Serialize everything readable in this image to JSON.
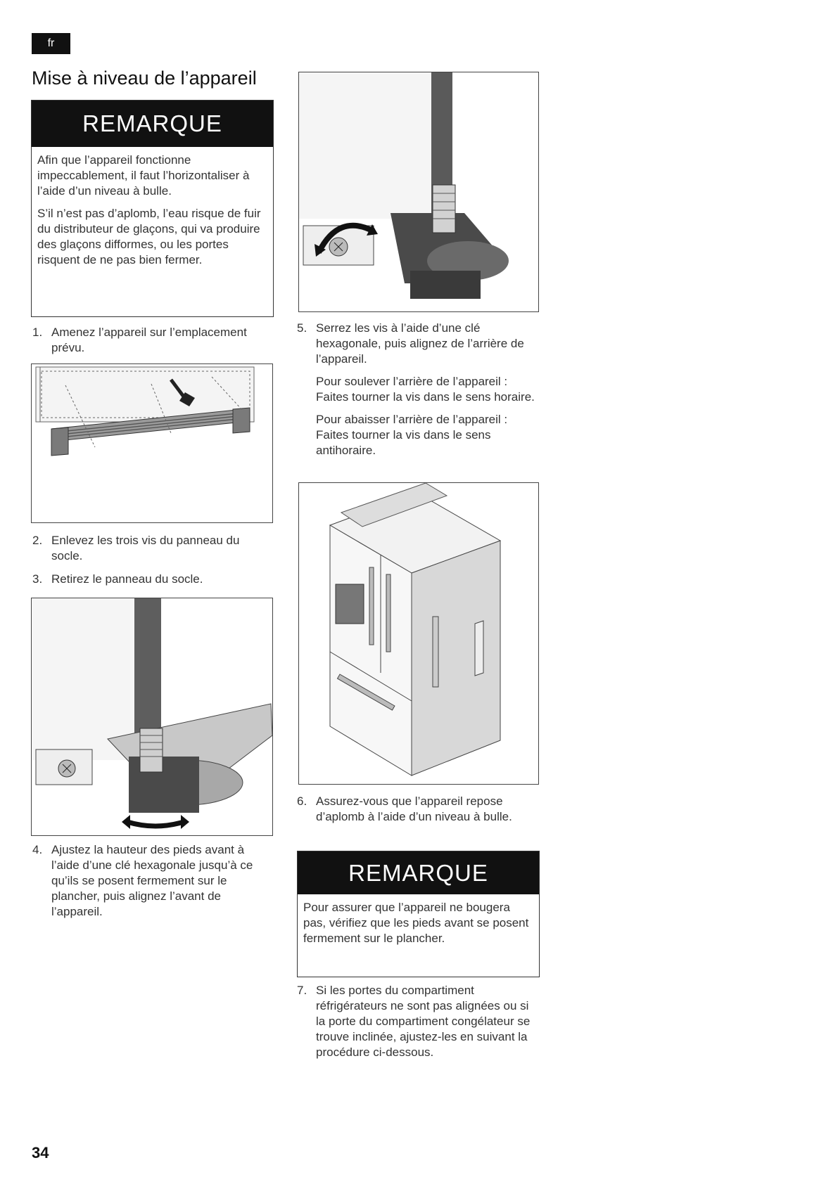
{
  "lang_tag": "fr",
  "page_title": "Mise à niveau de l’appareil",
  "note1": {
    "header": "REMARQUE",
    "paragraphs": [
      "Afin que l’appareil fonctionne impeccablement, il faut l’horizontaliser à l’aide d’un niveau à bulle.",
      "S’il n’est pas d’aplomb, l’eau risque de fuir du distributeur de glaçons, qui va produire des glaçons difformes, ou les portes risquent de ne pas bien fermer."
    ]
  },
  "steps": {
    "s1": {
      "num": "1.",
      "text": "Amenez l’appareil sur l’emplacement prévu."
    },
    "s2": {
      "num": "2.",
      "text": "Enlevez les trois vis du panneau du socle."
    },
    "s3": {
      "num": "3.",
      "text": "Retirez le panneau du socle."
    },
    "s4": {
      "num": "4.",
      "text": "Ajustez la hauteur des pieds avant à l’aide d’une clé hexagonale jusqu’à ce qu’ils se posent fermement sur le plancher, puis alignez l’avant de l’appareil."
    },
    "s5": {
      "num": "5.",
      "text": "Serrez les vis à l’aide d’une clé hexagonale, puis alignez de l’arrière de l’appareil.",
      "raise": "Pour soulever l’arrière de l’appareil : Faites tourner la vis dans le sens horaire.",
      "lower": "Pour abaisser l’arrière de l’appareil : Faites tourner la vis dans le sens antihoraire."
    },
    "s6": {
      "num": "6.",
      "text": "Assurez-vous que l’appareil repose d’aplomb à l’aide d’un niveau à bulle."
    },
    "s7": {
      "num": "7.",
      "text": "Si les portes du compartiment réfrigérateurs ne sont pas alignées ou si la porte du compartiment congélateur se trouve inclinée, ajustez-les en suivant la procédure ci-dessous."
    }
  },
  "note2": {
    "header": "REMARQUE",
    "paragraphs": [
      "Pour assurer que l’appareil ne bougera pas, vérifiez que les pieds avant se posent fermement sur le plancher."
    ]
  },
  "page_number": "34",
  "colors": {
    "ink": "#111111",
    "text": "#333333",
    "grey_dark": "#4a4a4a",
    "grey_mid": "#9a9a9a"
  }
}
